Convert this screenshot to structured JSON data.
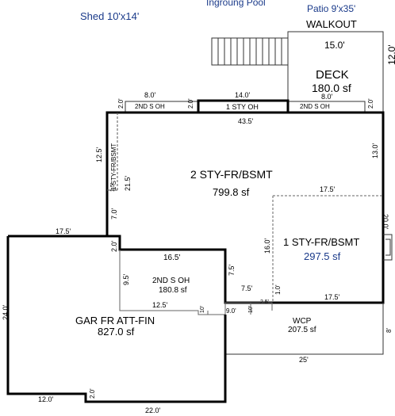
{
  "notes": {
    "shed": "Shed 10'x14'",
    "pool": "Ingroung Pool",
    "patio": "Patio 9'x35'",
    "walkout": "WALKOUT"
  },
  "deck": {
    "name": "DECK",
    "area": "180.0 sf",
    "width": "15.0'",
    "depth": "12.0'"
  },
  "upper": {
    "overhang_left": "8.0'",
    "overhang_left_label": "2ND S OH",
    "overhang_mid": "14.0'",
    "overhang_mid_label": "1 STY OH",
    "overhang_right": "8.0'",
    "overhang_right_label": "2ND S OH",
    "left_side": "2.0'",
    "mid_left_side": "2.0'",
    "right_side": "2.0'"
  },
  "main": {
    "name": "2 STY-FR/BSMT",
    "area": "799.8 sf",
    "top": "43.5'",
    "right": "13.0'",
    "left_upper": "12.5'",
    "left_lower": "7.0'",
    "bump_depth": "21.5'",
    "bump_width": "1.5'",
    "bump_label": "1 STY-FR/BSMT",
    "step_right": "7.5'",
    "step_left": "2.0'",
    "notch": "1.0'"
  },
  "sunroom": {
    "name": "1 STY-FR/BSMT",
    "area": "297.5 sf",
    "top": "17.5'",
    "left": "16.0'",
    "bottom": "17.5'",
    "right": "20.0'"
  },
  "garage": {
    "name": "GAR FR ATT-FIN",
    "area": "827.0 sf",
    "top": "17.5'",
    "left": "24.0'",
    "bottom_left": "12.0'",
    "bottom_right": "22.0'",
    "bottom_step": "2.0'"
  },
  "garage_overhang": {
    "name": "2ND S OH",
    "area": "180.8 sf",
    "top": "16.5'",
    "left": "9.5'",
    "bottom": "12.5'",
    "step_a": "10'",
    "step_b": "9.0'",
    "step_c": "10'",
    "step_d": "2.5'"
  },
  "porch": {
    "name": "WCP",
    "area": "207.5 sf",
    "bottom": "25'",
    "right": "8'",
    "mid": "7.5'"
  }
}
